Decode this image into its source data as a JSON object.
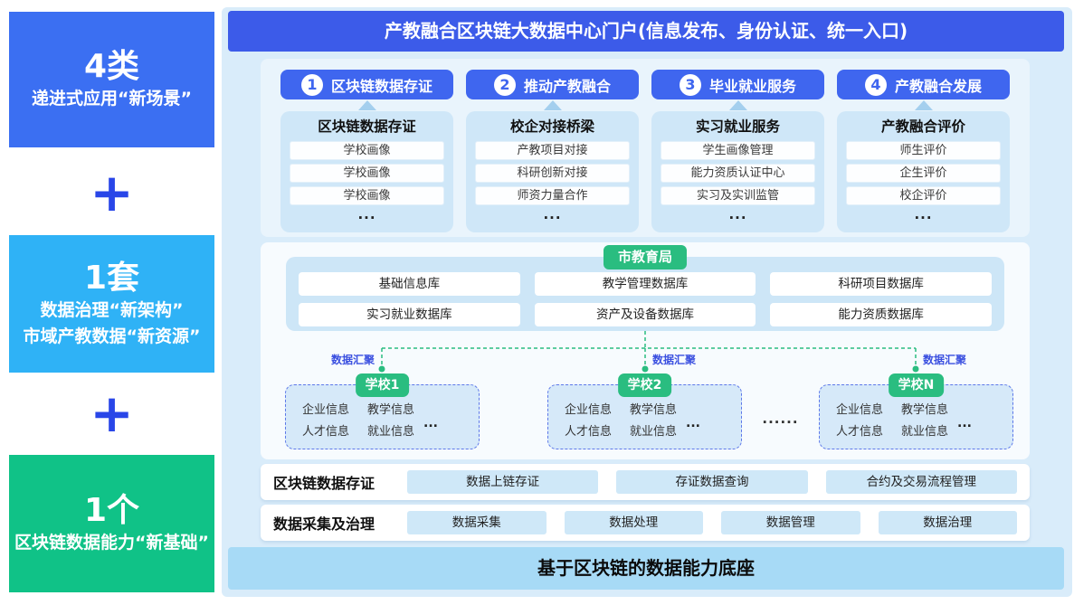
{
  "sidebar": {
    "plus": "+",
    "blocks": [
      {
        "number": "4类",
        "line1": "递进式应用“新场景”",
        "line2": "",
        "color": "#3b6ff2"
      },
      {
        "number": "1套",
        "line1": "数据治理“新架构”",
        "line2": "市域产教数据“新资源”",
        "color": "#2fb2f6"
      },
      {
        "number": "1个",
        "line1": "区块链数据能力“新基础”",
        "line2": "",
        "color": "#10c287"
      }
    ]
  },
  "header": {
    "title": "产教融合区块链大数据中心门户(信息发布、身份认证、统一入口)"
  },
  "applications": {
    "columns": [
      {
        "num": "1",
        "badge": "区块链数据存证",
        "card_title": "区块链数据存证",
        "items": [
          "学校画像",
          "学校画像",
          "学校画像"
        ],
        "more": "..."
      },
      {
        "num": "2",
        "badge": "推动产教融合",
        "card_title": "校企对接桥梁",
        "items": [
          "产教项目对接",
          "科研创新对接",
          "师资力量合作"
        ],
        "more": "..."
      },
      {
        "num": "3",
        "badge": "毕业就业服务",
        "card_title": "实习就业服务",
        "items": [
          "学生画像管理",
          "能力资质认证中心",
          "实习及实训监管"
        ],
        "more": "..."
      },
      {
        "num": "4",
        "badge": "产教融合发展",
        "card_title": "产教融合评价",
        "items": [
          "师生评价",
          "企生评价",
          "校企评价"
        ],
        "more": "..."
      }
    ]
  },
  "data_center": {
    "bureau_badge": "市教育局",
    "databases": [
      "基础信息库",
      "教学管理数据库",
      "科研项目数据库",
      "实习就业数据库",
      "资产及设备数据库",
      "能力资质数据库"
    ],
    "aggregation_label": "数据汇聚",
    "schools": [
      {
        "name": "学校1",
        "items": [
          "企业信息",
          "教学信息",
          "人才信息",
          "就业信息"
        ],
        "more": "..."
      },
      {
        "name": "学校2",
        "items": [
          "企业信息",
          "教学信息",
          "人才信息",
          "就业信息"
        ],
        "more": "..."
      },
      {
        "name": "学校N",
        "items": [
          "企业信息",
          "教学信息",
          "人才信息",
          "就业信息"
        ],
        "more": "..."
      }
    ],
    "ellipsis_between": "......"
  },
  "blockchain_row": {
    "label": "区块链数据存证",
    "boxes": [
      "数据上链存证",
      "存证数据查询",
      "合约及交易流程管理"
    ]
  },
  "governance_row": {
    "label": "数据采集及治理",
    "boxes": [
      "数据采集",
      "数据处理",
      "数据管理",
      "数据治理"
    ]
  },
  "footer": {
    "title": "基于区块链的数据能力底座"
  },
  "colors": {
    "header_blue": "#3c5be9",
    "badge_blue": "#3f66ef",
    "sidebar_blue": "#3b6ff2",
    "sidebar_light_blue": "#2fb2f6",
    "sidebar_green": "#10c287",
    "badge_green": "#2abd80",
    "aggregation_text_blue": "#3b50e0",
    "main_bg": "#d9ecfa",
    "card_bg": "#cfe7f8",
    "footer_bg": "#a7daf6"
  }
}
